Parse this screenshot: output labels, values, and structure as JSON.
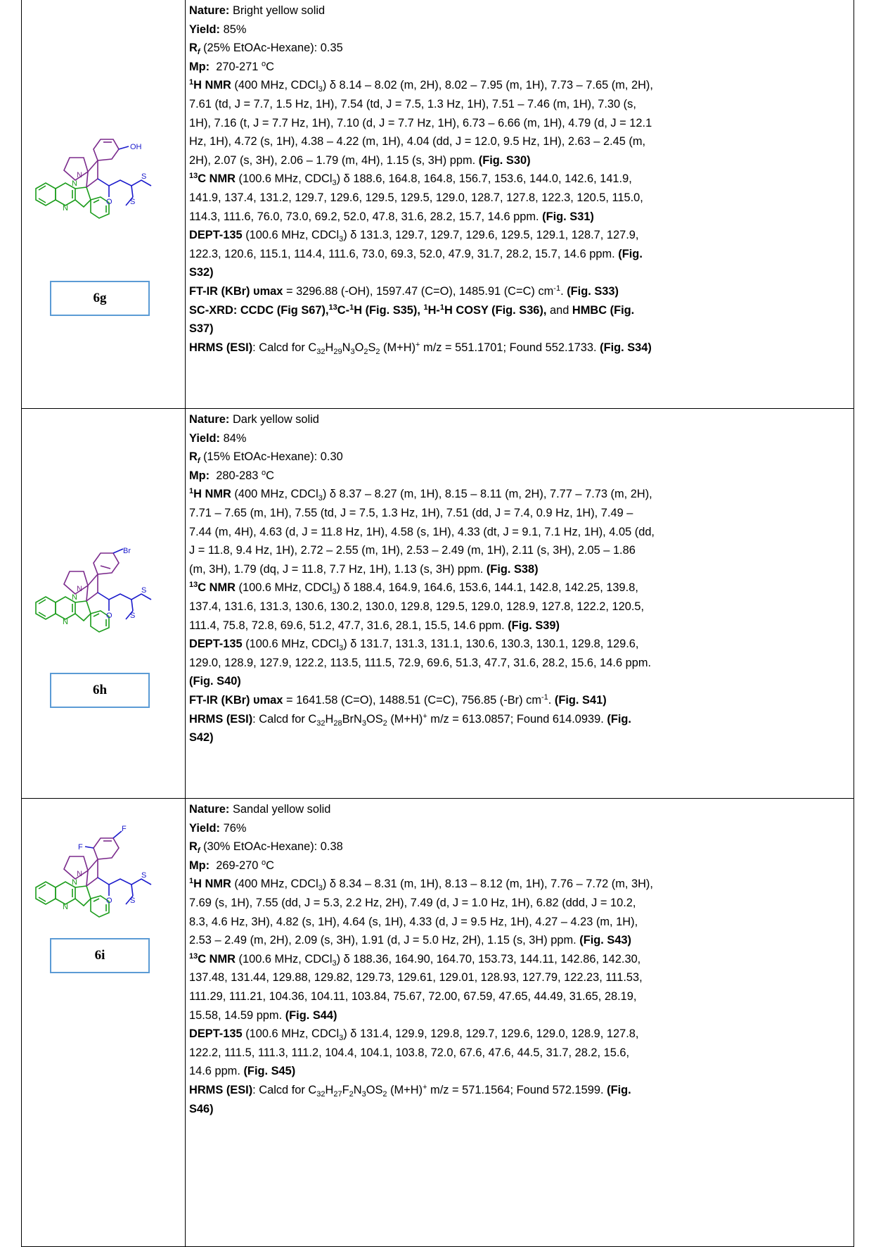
{
  "compounds": [
    {
      "label": "6g",
      "substituent": "OH",
      "nature_label": "Nature:",
      "nature": "Bright yellow solid",
      "yield_label": "Yield:",
      "yield": "85%",
      "rf_solvent": "(25% EtOAc-Hexane): 0.35",
      "mp_label": "Mp:",
      "mp": "270-271 ",
      "mp_unit": "C",
      "hnmr_lead": "(400 MHz, CDCl",
      "hnmr_tail": ") δ 8.14 – 8.02 (m, 2H), 8.02 – 7.95 (m, 1H), 7.73 – 7.65 (m, 2H),",
      "hnmr_2": "7.61 (td, J = 7.7, 1.5 Hz, 1H), 7.54 (td, J = 7.5, 1.3 Hz, 1H), 7.51 – 7.46 (m, 1H), 7.30 (s,",
      "hnmr_3": "1H), 7.16 (t, J = 7.7 Hz, 1H), 7.10 (d, J = 7.7 Hz, 1H), 6.73 – 6.66 (m, 1H), 4.79 (d, J = 12.1",
      "hnmr_4": "Hz, 1H), 4.72 (s, 1H), 4.38 – 4.22 (m, 1H), 4.04 (dd, J = 12.0, 9.5 Hz, 1H), 2.63 – 2.45 (m,",
      "hnmr_5": "2H), 2.07 (s, 3H), 2.06 – 1.79 (m, 4H), 1.15 (s, 3H) ppm.",
      "hnmr_fig": "(Fig. S30)",
      "cnmr_lead": "(100.6 MHz, CDCl",
      "cnmr_tail": ") δ 188.6, 164.8, 164.8, 156.7, 153.6, 144.0, 142.6, 141.9,",
      "cnmr_2": "141.9, 137.4, 131.2, 129.7, 129.6, 129.5, 129.5, 129.0, 128.7, 127.8, 122.3, 120.5, 115.0,",
      "cnmr_3": "114.3, 111.6, 76.0, 73.0, 69.2, 52.0, 47.8, 31.6, 28.2, 15.7, 14.6 ppm.",
      "cnmr_fig": "(Fig. S31)",
      "dept_lead": "(100.6 MHz, CDCl",
      "dept_tail": ") δ 131.3, 129.7, 129.7, 129.6, 129.5, 129.1, 128.7, 127.9,",
      "dept_2": "122.3, 120.6, 115.1, 114.4, 111.6, 73.0, 69.3, 52.0, 47.9, 31.7, 28.2, 15.7, 14.6 ppm.",
      "dept_fig_a": "(Fig.",
      "dept_fig_b": "S32)",
      "ir_label": "FT-IR (KBr) υmax",
      "ir": " = 3296.88 (-OH), 1597.47 (C=O), 1485.91 (C=C) cm",
      "ir_fig": "(Fig. S33)",
      "xrd_a": "SC-XRD: CCDC (Fig S67),",
      "xrd_b": "C-",
      "xrd_c": "H (Fig. S35),",
      "xrd_d": "H-",
      "xrd_e": "H COSY (Fig. S36),",
      "xrd_f": " and ",
      "xrd_g": "HMBC (Fig.",
      "xrd_h": "S37)",
      "hrms_label": "HRMS (ESI)",
      "hrms_a": ": Calcd for C",
      "hrms_formula": [
        "32",
        "H",
        "29",
        "N",
        "3",
        "O",
        "2",
        "S",
        "2"
      ],
      "hrms_b": " (M+H)",
      "hrms_c": " m/z = 551.1701; Found 552.1733.",
      "hrms_fig": "(Fig. S34)"
    },
    {
      "label": "6h",
      "substituent": "Br",
      "nature_label": "Nature:",
      "nature": "Dark yellow solid",
      "yield_label": "Yield:",
      "yield": "84%",
      "rf_solvent": "(15% EtOAc-Hexane): 0.30",
      "mp_label": "Mp:",
      "mp": "280-283 ",
      "mp_unit": "C",
      "hnmr_lead": "(400 MHz, CDCl",
      "hnmr_tail": ") δ 8.37 – 8.27 (m, 1H), 8.15 – 8.11 (m, 2H), 7.77 – 7.73 (m, 2H),",
      "hnmr_2": "7.71 – 7.65 (m, 1H), 7.55 (td, J = 7.5, 1.3 Hz, 1H), 7.51 (dd, J = 7.4, 0.9 Hz, 1H), 7.49 –",
      "hnmr_3": "7.44 (m, 4H), 4.63 (d, J = 11.8 Hz, 1H), 4.58 (s, 1H), 4.33 (dt, J = 9.1, 7.1 Hz, 1H), 4.05 (dd,",
      "hnmr_4": "J = 11.8, 9.4 Hz, 1H), 2.72 – 2.55 (m, 1H), 2.53 – 2.49 (m, 1H), 2.11 (s, 3H), 2.05 – 1.86",
      "hnmr_5": "(m, 3H), 1.79 (dq, J = 11.8, 7.7 Hz, 1H), 1.13 (s, 3H) ppm.",
      "hnmr_fig": "(Fig. S38)",
      "cnmr_lead": "(100.6 MHz, CDCl",
      "cnmr_tail": ") δ 188.4, 164.9, 164.6, 153.6, 144.1, 142.8, 142.25, 139.8,",
      "cnmr_2": "137.4, 131.6, 131.3, 130.6, 130.2, 130.0, 129.8, 129.5, 129.0, 128.9, 127.8, 122.2, 120.5,",
      "cnmr_3": "111.4, 75.8, 72.8, 69.6, 51.2, 47.7, 31.6, 28.1, 15.5, 14.6 ppm.",
      "cnmr_fig": "(Fig. S39)",
      "dept_lead": "(100.6 MHz, CDCl",
      "dept_tail": ") δ 131.7, 131.3, 131.1, 130.6, 130.3, 130.1, 129.8, 129.6,",
      "dept_2": "129.0, 128.9, 127.9, 122.2, 113.5, 111.5, 72.9, 69.6, 51.3, 47.7, 31.6, 28.2, 15.6, 14.6 ppm.",
      "dept_fig": "(Fig. S40)",
      "ir_label": "FT-IR (KBr) υmax",
      "ir": " = 1641.58 (C=O), 1488.51 (C=C), 756.85 (-Br) cm",
      "ir_fig": "(Fig. S41)",
      "hrms_label": "HRMS (ESI)",
      "hrms_a": ": Calcd for C",
      "hrms_formula": [
        "32",
        "H",
        "28",
        "BrN",
        "3",
        "OS",
        "2"
      ],
      "hrms_b": " (M+H)",
      "hrms_c": " m/z = 613.0857; Found 614.0939.",
      "hrms_fig_a": "(Fig.",
      "hrms_fig_b": "S42)"
    },
    {
      "label": "6i",
      "substituent": "F",
      "nature_label": "Nature:",
      "nature": "Sandal yellow solid",
      "yield_label": "Yield:",
      "yield": "76%",
      "rf_solvent": "(30% EtOAc-Hexane): 0.38",
      "mp_label": "Mp:",
      "mp": "269-270 ",
      "mp_unit": "C",
      "hnmr_lead": "(400 MHz, CDCl",
      "hnmr_tail": ") δ 8.34 – 8.31 (m, 1H), 8.13 – 8.12 (m, 1H), 7.76 – 7.72 (m, 3H),",
      "hnmr_2": "7.69 (s, 1H), 7.55 (dd, J = 5.3, 2.2 Hz, 2H), 7.49 (d, J = 1.0 Hz, 1H), 6.82 (ddd, J = 10.2,",
      "hnmr_3": "8.3, 4.6 Hz, 3H), 4.82 (s, 1H), 4.64 (s, 1H), 4.33 (d, J = 9.5 Hz, 1H), 4.27 – 4.23 (m, 1H),",
      "hnmr_4": "2.53 – 2.49 (m, 2H), 2.09 (s, 3H), 1.91 (d, J = 5.0 Hz, 2H), 1.15 (s, 3H) ppm.",
      "hnmr_fig": "(Fig. S43)",
      "cnmr_lead": "(100.6 MHz, CDCl",
      "cnmr_tail": ") δ 188.36, 164.90, 164.70, 153.73, 144.11, 142.86, 142.30,",
      "cnmr_2": "137.48, 131.44, 129.88, 129.82, 129.73, 129.61, 129.01, 128.93, 127.79, 122.23, 111.53,",
      "cnmr_3": "111.29, 111.21, 104.36, 104.11, 103.84, 75.67, 72.00, 67.59, 47.65, 44.49, 31.65, 28.19,",
      "cnmr_4": "15.58, 14.59 ppm.",
      "cnmr_fig": "(Fig. S44)",
      "dept_lead": "(100.6 MHz, CDCl",
      "dept_tail": ") δ 131.4, 129.9, 129.8, 129.7, 129.6, 129.0, 128.9, 127.8,",
      "dept_2": "122.2, 111.5, 111.3, 111.2, 104.4, 104.1, 103.8, 72.0, 67.6, 47.6, 44.5, 31.7, 28.2, 15.6,",
      "dept_3": "14.6 ppm.",
      "dept_fig": "(Fig. S45)",
      "hrms_label": "HRMS (ESI)",
      "hrms_a": ": Calcd for C",
      "hrms_formula": [
        "32",
        "H",
        "27",
        "F",
        "2",
        "N",
        "3",
        "OS",
        "2"
      ],
      "hrms_b": " (M+H)",
      "hrms_c": " m/z = 571.1564; Found 572.1599.",
      "hrms_fig_a": "(Fig.",
      "hrms_fig_b": "S46)"
    }
  ],
  "labels": {
    "rf": "R",
    "rf_sub": "f",
    "deg": "o",
    "h": "H NMR",
    "h_mass": "1",
    "c": "C NMR",
    "c_mass": "13",
    "dept": "DEPT-135",
    "cdcl_sub": "3",
    "ir_sup": "-1",
    "plus": "+",
    "dot": ".",
    "atom_n": "N",
    "atom_s": "S",
    "atom_o": "O",
    "atom_f": "F"
  },
  "colors": {
    "label_box_border": "#5b9bd5",
    "core": "#1a9c1a",
    "linker": "#7b2a8c",
    "chain": "#1a1acc"
  }
}
